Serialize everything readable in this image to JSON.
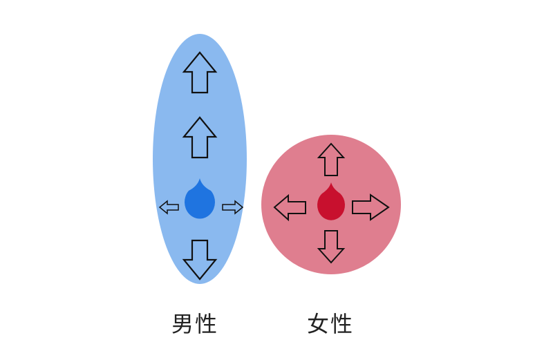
{
  "male": {
    "label": "男性",
    "shape": "ellipse",
    "fill_color": "#8ab9ef",
    "drop_color": "#1f74e0",
    "arrows": [
      "up",
      "up",
      "left",
      "right",
      "down"
    ]
  },
  "female": {
    "label": "女性",
    "shape": "circle",
    "fill_color": "#df7e8f",
    "drop_color": "#c8102e",
    "arrows": [
      "up",
      "left",
      "right",
      "down"
    ]
  },
  "colors": {
    "arrow_stroke": "#111111",
    "background": "#ffffff"
  }
}
